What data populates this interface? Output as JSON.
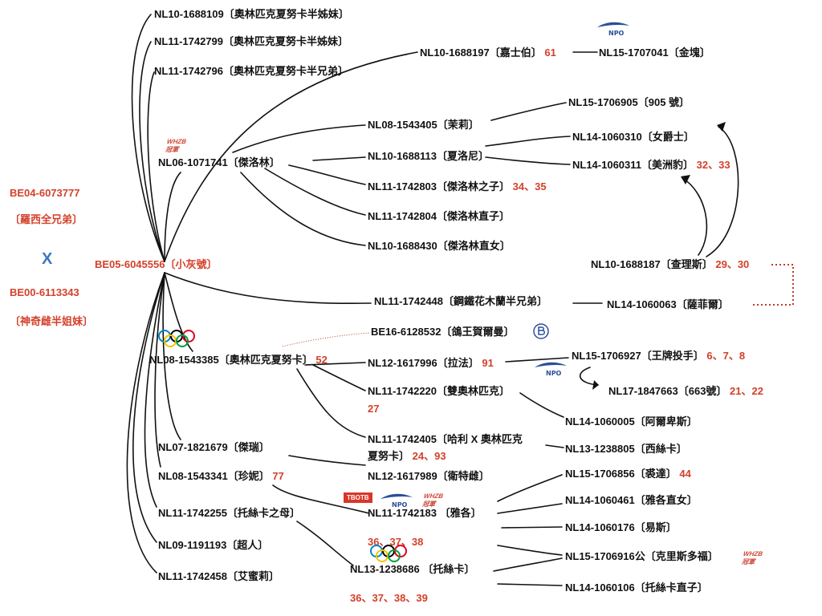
{
  "parents": {
    "sire": {
      "ring": "BE04-6073777",
      "name": "〔羅西全兄弟〕"
    },
    "cross": "X",
    "dam": {
      "ring": "BE00-6113343",
      "name": "〔神奇雌半姐妹〕"
    }
  },
  "root": {
    "ring": "BE05-6045556",
    "name": "〔小灰號〕"
  },
  "nodes": {
    "n1": "NL10-1688109〔奧林匹克夏努卡半姊妹〕",
    "n2": "NL11-1742799〔奧林匹克夏努卡半姊妹〕",
    "n3": "NL11-1742796〔奧林匹克夏努卡半兄弟〕",
    "jaslin": "NL06-1071741〔傑洛林〕",
    "jiashibo": "NL10-1688197〔嘉士伯〕",
    "jiashibo_num": "61",
    "jinkuai": "NL15-1707041〔金塊〕",
    "n905": "NL15-1706905〔905 號〕",
    "moli": "NL08-1543405〔茉莉〕",
    "nvjue": "NL14-1060310〔女爵士〕",
    "xialuoni": "NL10-1688113〔夏洛尼〕",
    "meizhoubao": "NL14-1060311〔美洲豹〕",
    "meizhoubao_num": "32、33",
    "jzhizi": "NL11-1742803〔傑洛林之子〕",
    "jzhizi_num": "34、35",
    "jzhizi2": "NL11-1742804〔傑洛林直子〕",
    "jzhinv": "NL10-1688430〔傑洛林直女〕",
    "chalisi": "NL10-1688187〔查理斯〕",
    "chalisi_num": "29、30",
    "gangtie": "NL11-1742448〔鋼鐵花木蘭半兄弟〕",
    "safeier": "NL14-1060063〔薩菲爾〕",
    "gewang": "BE16-6128532〔鴿王賀爾曼〕",
    "olympic": "NL08-1543385〔奧林匹克夏努卡〕",
    "olympic_num": "52",
    "lafa": "NL12-1617996〔拉法〕",
    "lafa_num": "91",
    "wangpai": "NL15-1706927〔王牌投手〕",
    "wangpai_num": "6、7、8",
    "n663": "NL17-1847663〔663號〕",
    "n663_num": "21、22",
    "shuangao": "NL11-1742220〔雙奧林匹克〕",
    "shuangao_num": "27",
    "aersi": "NL14-1060005〔阿爾卑斯〕",
    "hali_line1": "NL11-1742405〔哈利 X 奧林匹克",
    "hali_line2": "夏努卡〕",
    "hali_num": "24、93",
    "xisika": "NL13-1238805〔西絲卡〕",
    "jierui": "NL07-1821679〔傑瑞〕",
    "weiteci": "NL12-1617989〔衛特雌〕",
    "zhenni": "NL08-1543341〔珍妮〕",
    "zhenni_num": "77",
    "qiuda": "NL15-1706856〔裘達〕",
    "qiuda_num": "44",
    "tuosika_mu": "NL11-1742255〔托絲卡之母〕",
    "yage": "NL11-1742183 〔雅各〕",
    "yage_num": "36、37、38",
    "yagezhinv": "NL14-1060461〔雅各直女〕",
    "yisi": "NL14-1060176〔易斯〕",
    "chaoren": "NL09-1191193〔超人〕",
    "kelisi": "NL15-1706916公〔克里斯多福〕",
    "tuosika": "NL13-1238686 〔托絲卡〕",
    "tuosika_num": "36、37、38、39",
    "aimili": "NL11-1742458〔艾蜜莉〕",
    "tuosikazhizi": "NL14-1060106〔托絲卡直子〕"
  },
  "logos": {
    "npo": "NPO",
    "tbotb": "TBOTB",
    "whzb": "WHZB",
    "whzb_sub": "冠軍"
  },
  "colors": {
    "accent_red": "#d4402a",
    "cross_blue": "#3a77c0",
    "line": "#111111"
  }
}
